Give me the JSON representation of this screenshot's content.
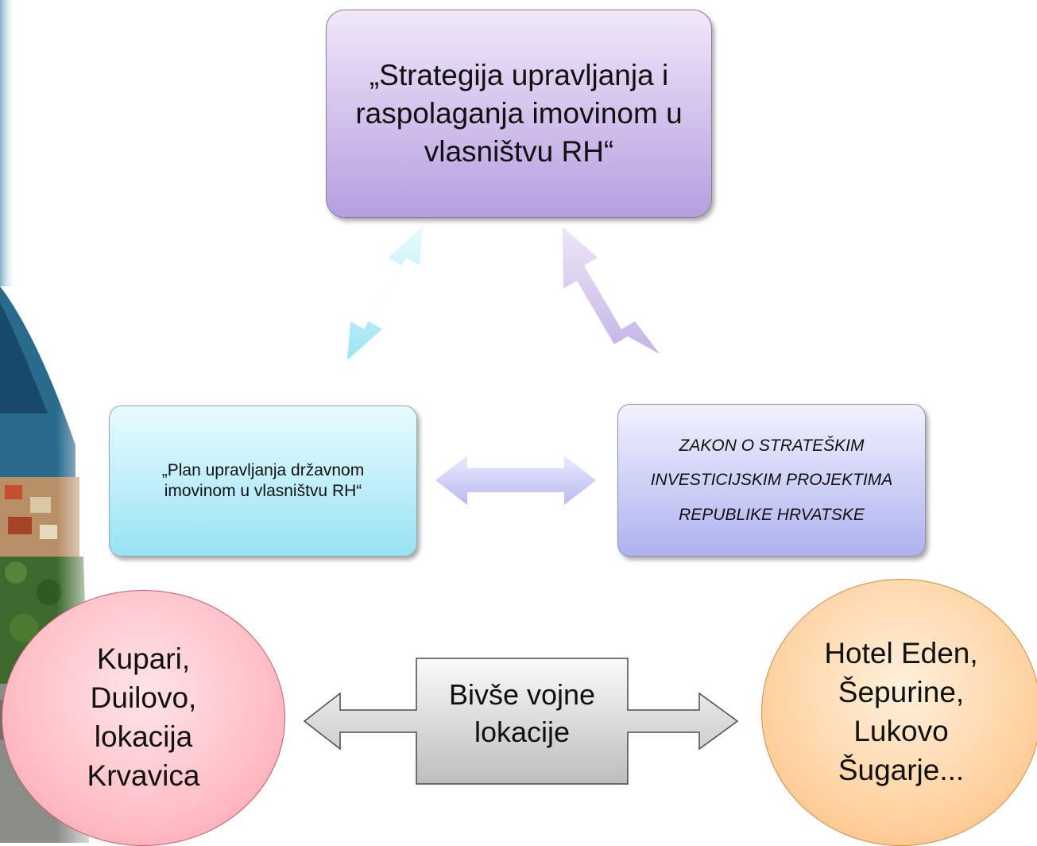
{
  "top_box": {
    "text": "„Strategija upravljanja i raspolaganja imovinom u vlasništvu RH“"
  },
  "left_box": {
    "text": "„Plan upravljanja državnom imovinom u vlasništvu RH“"
  },
  "right_box": {
    "text": "ZAKON O STRATEŠKIM INVESTICIJSKIM PROJEKTIMA REPUBLIKE HRVATSKE"
  },
  "center_label": {
    "text": "Bivše vojne lokacije"
  },
  "left_circle": {
    "text": "Kupari, Duilovo, lokacija Krvavica"
  },
  "right_circle": {
    "text": "Hotel Eden, Šepurine, Lukovo Šugarje..."
  },
  "colors": {
    "top_box": "#c9b6e8",
    "left_box": "#b3ebf8",
    "right_box": "#c3c6f3",
    "left_circle": "#ffc2c9",
    "right_circle": "#ffd3a3",
    "connector_arrow": "#d4d4d4"
  }
}
